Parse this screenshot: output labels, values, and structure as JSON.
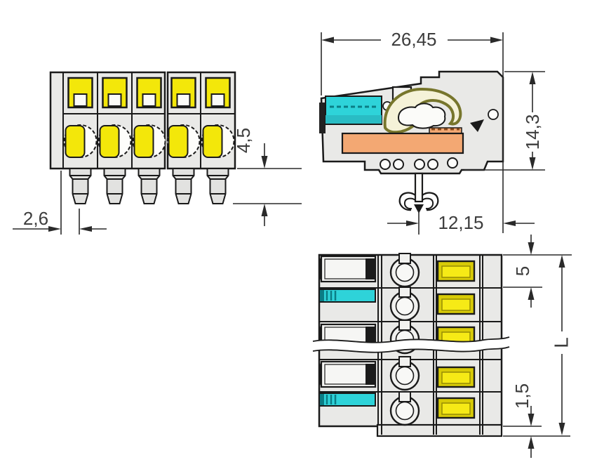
{
  "drawing": {
    "type": "technical-drawing",
    "subject": "pluggable terminal block connector",
    "pole_count": 5,
    "views": {
      "front": "front view",
      "section": "side section view",
      "plan": "top view"
    }
  },
  "dimensions": {
    "total_depth": "26,45",
    "height": "14,3",
    "latch_to_face": "12,15",
    "pin_protrusion": "4,5",
    "edge_to_first_pole": "2,6",
    "pole_pitch": "5",
    "flange_overhang": "1,5",
    "total_length": "L"
  },
  "colors": {
    "housing_gray": "#e9e9e7",
    "actuator_yellow": "#f3e70a",
    "wire_cyan": "#2ed3d9",
    "busbar_orange": "#f3a873",
    "spring_olive": "#77762c",
    "line_dark": "#1a1a1a"
  }
}
